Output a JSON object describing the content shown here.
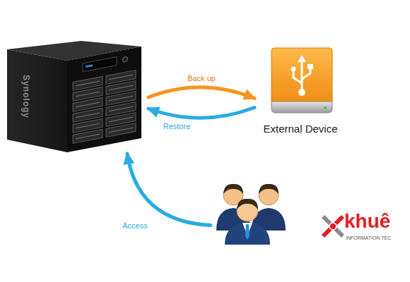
{
  "diagram": {
    "nodes": [
      {
        "text": [
          "Synology"
        ]
      },
      {
        "text": [
          "External Device"
        ]
      },
      {
        "text": []
      }
    ],
    "edges": [
      {
        "from": 0,
        "to": 1,
        "label": "Back up",
        "arrow": "to"
      },
      {
        "from": 1,
        "to": 0,
        "label": "Restore",
        "arrow": "to"
      },
      {
        "from": 2,
        "to": 0,
        "label": "Access",
        "arrow": "to"
      }
    ],
    "labels": [
      "khuê",
      "INFORMATION TEC"
    ]
  }
}
